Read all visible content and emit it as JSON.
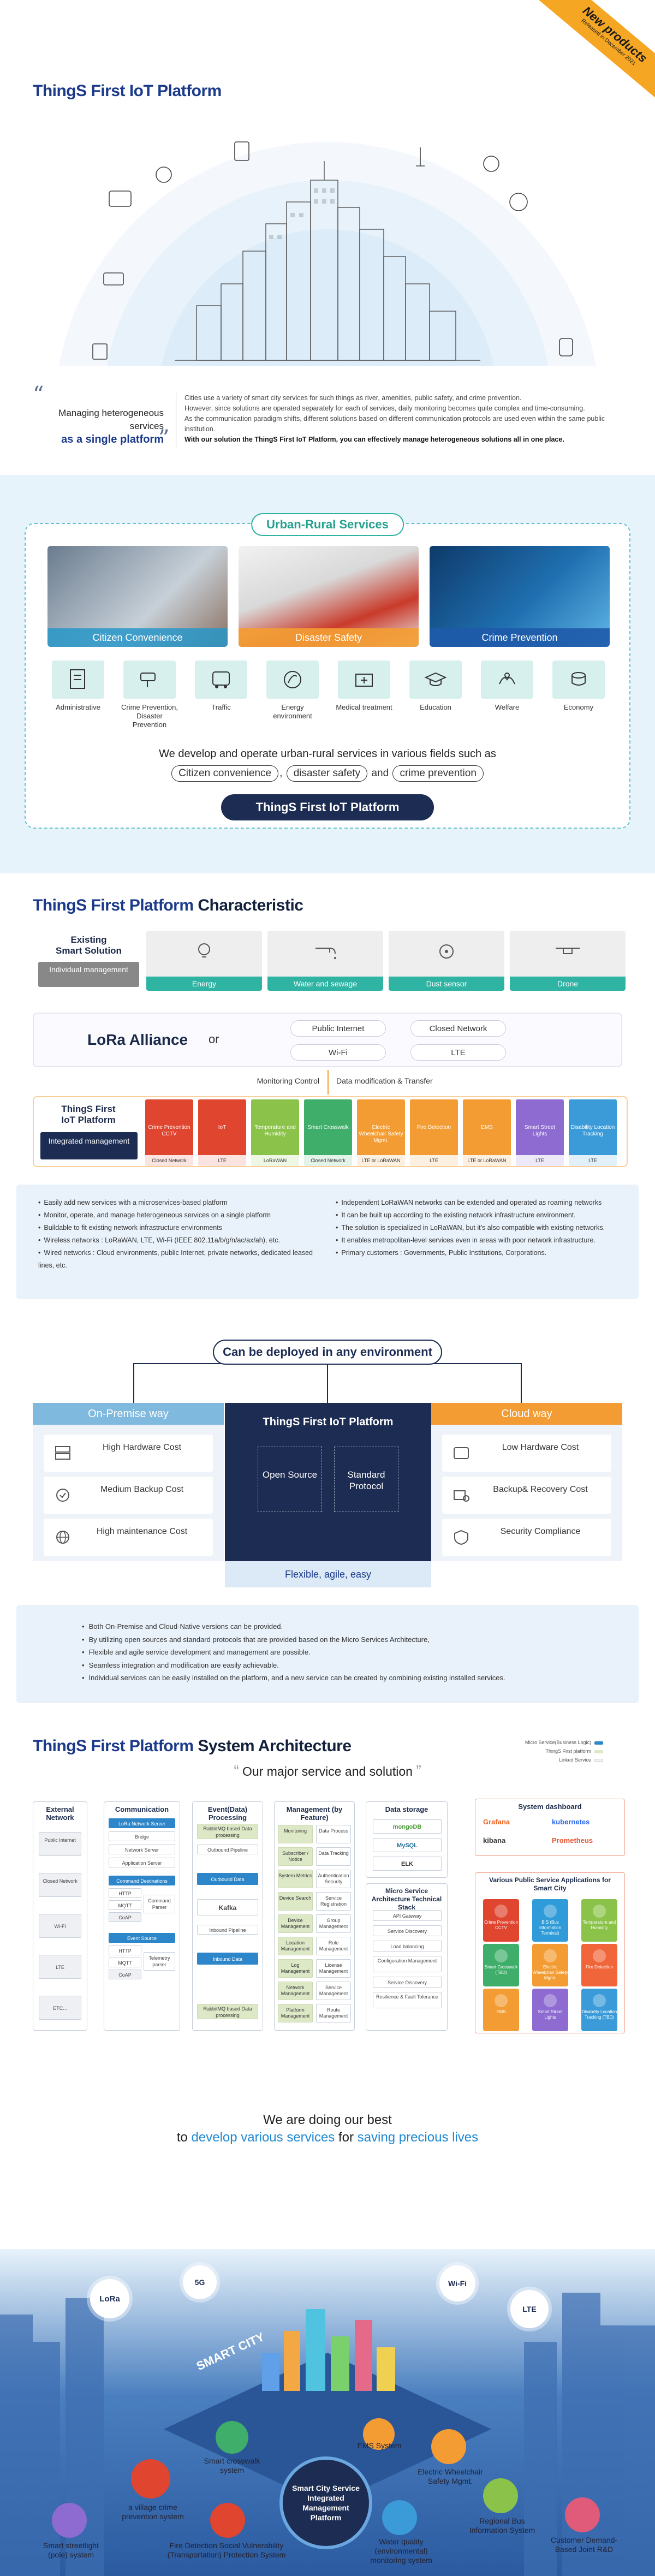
{
  "colors": {
    "navy": "#1c2c52",
    "title_blue": "#1b3a8a",
    "teal": "#2fb3a3",
    "orange": "#f39c33",
    "sky": "#7fb9dd"
  },
  "hero": {
    "title": "ThingS First IoT Platform",
    "ribbon_title": "New products",
    "ribbon_sub": "Released in December 2021",
    "lead_line1": "Managing heterogeneous services",
    "lead_line2": "as a single platform",
    "desc1": "Cities use a variety of smart city services for such things as river, amenities, public safety, and crime prevention.",
    "desc2": "However, since solutions are operated separately for each of services, daily monitoring becomes quite complex and time-consuming.",
    "desc3": "As the communication paradigm shifts, different solutions based on different communication protocols are used even within the same public institution.",
    "desc4": "With our solution the ThingS First IoT Platform, you can effectively manage heterogeneous solutions all in one place."
  },
  "urban": {
    "title": "Urban-Rural Services",
    "photos": [
      "Citizen Convenience",
      "Disaster Safety",
      "Crime Prevention"
    ],
    "services": [
      {
        "label": "Administrative",
        "icon": "document-icon"
      },
      {
        "label": "Crime Prevention, Disaster Prevention",
        "icon": "cctv-icon"
      },
      {
        "label": "Traffic",
        "icon": "bus-icon"
      },
      {
        "label": "Energy environment",
        "icon": "leaf-icon"
      },
      {
        "label": "Medical treatment",
        "icon": "medical-kit-icon"
      },
      {
        "label": "Education",
        "icon": "graduation-cap-icon"
      },
      {
        "label": "Welfare",
        "icon": "hands-icon"
      },
      {
        "label": "Economy",
        "icon": "coins-icon"
      }
    ],
    "line": "We develop and operate urban-rural services in various fields such as",
    "chips": [
      "Citizen convenience",
      "disaster safety",
      "crime prevention"
    ],
    "and": "and",
    "platform": "ThingS First IoT Platform"
  },
  "char": {
    "title_a": "ThingS First Platform ",
    "title_b": "Characteristic",
    "existing_line1": "Existing",
    "existing_line2": "Smart Solution",
    "individual": "Individual management",
    "cards": [
      "Energy",
      "Water and sewage",
      "Dust sensor",
      "Drone"
    ],
    "lora": "LoRa Alliance",
    "or": "or",
    "nets": [
      "Public Internet",
      "Closed Network",
      "Wi-Fi",
      "LTE"
    ],
    "monitoring": "Monitoring Control",
    "modification": "Data modification & Transfer",
    "platform_line1": "ThingS First",
    "platform_line2": "IoT Platform",
    "integrated": "Integrated management",
    "modules": [
      {
        "t": "Crime Prevention CCTV",
        "b": "Closed Network",
        "c": "#e0452f"
      },
      {
        "t": "IoT",
        "b": "LTE",
        "c": "#e0452f"
      },
      {
        "t": "Temperature and Humidity",
        "b": "LoRaWAN",
        "c": "#8bc34a"
      },
      {
        "t": "Smart Crosswalk",
        "b": "Closed Network",
        "c": "#3fae6a"
      },
      {
        "t": "Electric Wheelchair Safety Mgmt.",
        "b": "LTE or LoRaWAN",
        "c": "#f39c33"
      },
      {
        "t": "Fire Detection",
        "b": "LTE",
        "c": "#f39c33"
      },
      {
        "t": "EMS",
        "b": "LTE or LoRaWAN",
        "c": "#f39c33"
      },
      {
        "t": "Smart Street Lights",
        "b": "LTE",
        "c": "#8d6bd1"
      },
      {
        "t": "Disability Location Tracking",
        "b": "LTE",
        "c": "#3a9bd8"
      }
    ],
    "features_left": [
      "Easily add new services with a microservices-based platform",
      "Monitor, operate, and manage heterogeneous services on a single platform",
      "Buildable to fit existing network infrastructure environments",
      "Wireless networks : LoRaWAN, LTE, Wi-Fi (IEEE 802.11a/b/g/n/ac/ax/ah), etc.",
      "Wired networks : Cloud environments, public Internet, private networks, dedicated leased lines, etc."
    ],
    "features_right": [
      "Independent LoRaWAN networks can be extended and operated as roaming networks",
      "It can be built up according to the existing network infrastructure environment.",
      "The solution is specialized in LoRaWAN, but it's also compatible with existing networks.",
      "It enables metropolitan-level services even in areas with poor network infrastructure.",
      "Primary customers : Governments, Public Institutions, Corporations."
    ]
  },
  "deploy": {
    "title": "Can be deployed in any environment",
    "onprem": "On-Premise way",
    "cloud": "Cloud way",
    "onprem_items": [
      {
        "t": "High Hardware Cost",
        "icon": "server-icon"
      },
      {
        "t": "Medium Backup Cost",
        "icon": "backup-icon"
      },
      {
        "t": "High maintenance Cost",
        "icon": "globe-icon"
      }
    ],
    "cloud_items": [
      {
        "t": "Low Hardware Cost",
        "icon": "cloud-server-icon"
      },
      {
        "t": "Backup& Recovery Cost",
        "icon": "recovery-icon"
      },
      {
        "t": "Security Compliance",
        "icon": "shield-icon"
      }
    ],
    "center_title": "ThingS First IoT Platform",
    "open_source": "Open Source",
    "standard": "Standard Protocol",
    "flex": "Flexible, agile, easy",
    "notes": [
      "Both On-Premise and Cloud-Native versions can be provided.",
      "By utilizing open sources and standard protocols that are provided based on the Micro Services Architecture,",
      "Flexible and agile service development and management are possible.",
      "Seamless integration and modification are easily achievable.",
      "Individual services can be easily installed on the platform, and a new service can be created by combining existing installed services."
    ]
  },
  "arch": {
    "title_a": "ThingS First Platform ",
    "title_b": "System Architecture",
    "subtitle": "Our major service and solution",
    "legend": [
      "Micro Service(Business Logic)",
      "ThingS First platform",
      "Linked Service"
    ],
    "external": "External Network",
    "ext_items": [
      "Public Internet",
      "Closed Network",
      "Wi-Fi",
      "LTE",
      "ETC..."
    ],
    "communication": "Communication",
    "comm_items": [
      "LoRa Network Server",
      "Bridge",
      "Network Server",
      "Application Server"
    ],
    "comm_convert": "Command Destinations",
    "comm_http": "HTTP",
    "comm_mqtt": "MQTT",
    "comm_coap": "CoAP",
    "comm_parser": "Command Parser",
    "event_source": "Event Source",
    "telemetry": "Telemetry parser",
    "event": "Event(Data) Processing",
    "ev_items": [
      "RabbitMQ based Data processing",
      "Outbound Pipeline",
      "Outbound Data",
      "Kafka",
      "Inbound Pipeline",
      "Inbound Data",
      "RabbitMQ based Data processing"
    ],
    "management": "Management (by Feature)",
    "mgmt_items": [
      "Monitoring",
      "Data Process",
      "Subscriber / Notice",
      "Data Tracking",
      "System Metrics",
      "Authentication Security",
      "Device Search",
      "Service Registration",
      "Device Management",
      "Group Management",
      "Location Management",
      "Role Management",
      "Log Management",
      "License Management",
      "Network Management",
      "Service Management",
      "Platform Management",
      "Route Management"
    ],
    "storage": "Data storage",
    "storage_items": [
      "mongoDB",
      "MySQL",
      "ELK"
    ],
    "msa": "Micro Service Architecture Technical Stack",
    "msa_items": [
      "API Gateway",
      "Service Discovery",
      "Load balancing",
      "Configuration Management",
      "Service Discovery",
      "Resilience & Fault Tolerance"
    ],
    "dashboard": "System dashboard",
    "dash_items": [
      "Grafana",
      "kubernetes",
      "kibana",
      "Prometheus"
    ],
    "public": "Various Public Service Applications for Smart City",
    "apps": [
      {
        "t": "Crime Prevention CCTV",
        "c": "#e0452f"
      },
      {
        "t": "BIS (Bus Information Terminal)",
        "c": "#2f9bd8"
      },
      {
        "t": "Temperature and Humidity",
        "c": "#8bc34a"
      },
      {
        "t": "Smart Crosswalk (TBD)",
        "c": "#3fae6a"
      },
      {
        "t": "Electric Wheelchair Safety Mgmt.",
        "c": "#f39c33"
      },
      {
        "t": "Fire Detection",
        "c": "#f0653a"
      },
      {
        "t": "EMS",
        "c": "#f39c33"
      },
      {
        "t": "Smart Street Lights",
        "c": "#8d6bd1"
      },
      {
        "t": "Disability Location Tracking (TBD)",
        "c": "#3a9bd8"
      }
    ]
  },
  "final": {
    "line1": "We are doing our best",
    "line2_a": "to ",
    "line2_b": "develop various services",
    "line2_c": " for ",
    "line2_d": "saving precious lives",
    "bubbles": [
      "LoRa",
      "5G",
      "Wi-Fi",
      "LTE"
    ],
    "smart_city": "SMART CITY",
    "center": "Smart City Service Integrated Management Platform",
    "labels": [
      "Smart crosswalk system",
      "EMS System",
      "Electric Wheelchair Safety Mgmt.",
      "a village crime prevention system",
      "Smart streetlight (pole) system",
      "Fire Detection Social Vulnerability (Transportation) Protection System",
      "Water quality (environmental) monitoring system",
      "Regional Bus Information System",
      "Customer Demand-Based Joint R&D"
    ]
  }
}
